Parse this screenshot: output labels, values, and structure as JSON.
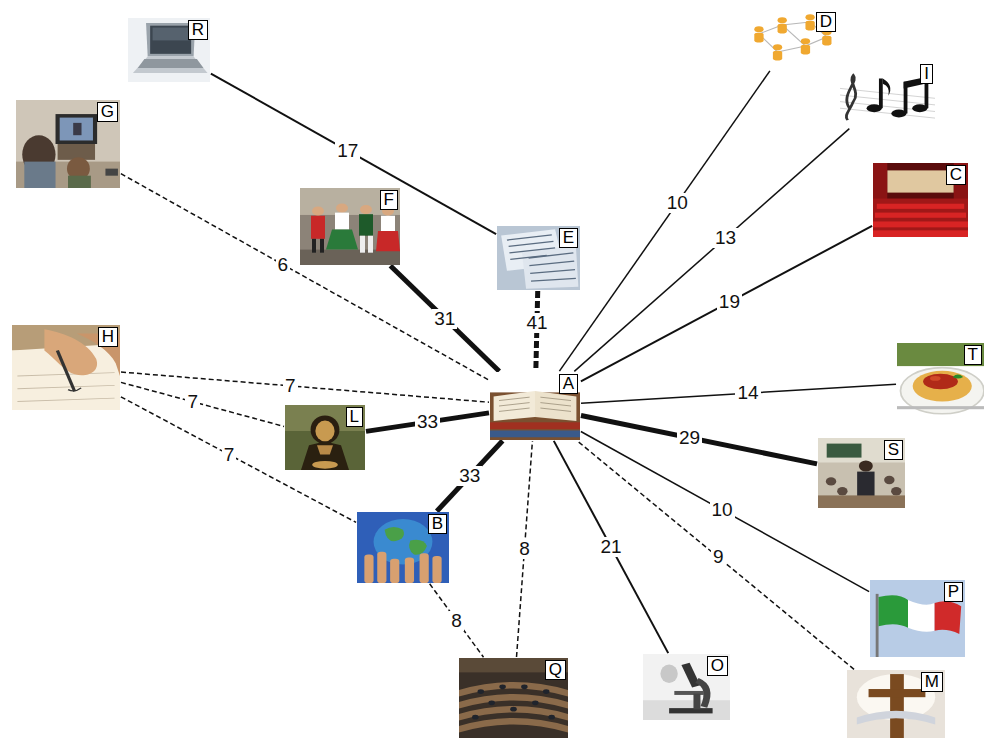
{
  "diagram": {
    "nodes": [
      {
        "text": [
          "R"
        ]
      },
      {
        "text": [
          "G"
        ]
      },
      {
        "text": [
          "D"
        ]
      },
      {
        "text": [
          "I"
        ]
      },
      {
        "text": [
          "F"
        ]
      },
      {
        "text": [
          "E"
        ]
      },
      {
        "text": [
          "C"
        ]
      },
      {
        "text": [
          "H"
        ]
      },
      {
        "text": [
          "A"
        ]
      },
      {
        "text": [
          "T"
        ]
      },
      {
        "text": [
          "L"
        ]
      },
      {
        "text": [
          "S"
        ]
      },
      {
        "text": [
          "B"
        ]
      },
      {
        "text": [
          "P"
        ]
      },
      {
        "text": [
          "Q"
        ]
      },
      {
        "text": [
          "O"
        ]
      },
      {
        "text": [
          "M"
        ]
      }
    ],
    "edges": [
      {
        "from": 0,
        "to": 5,
        "arrow": "none",
        "label": "17"
      },
      {
        "from": 1,
        "to": 8,
        "arrow": "none",
        "label": "6"
      },
      {
        "from": 2,
        "to": 8,
        "arrow": "none",
        "label": "10"
      },
      {
        "from": 3,
        "to": 8,
        "arrow": "none",
        "label": "13"
      },
      {
        "from": 4,
        "to": 8,
        "arrow": "none",
        "label": "31"
      },
      {
        "from": 5,
        "to": 8,
        "arrow": "none",
        "label": "41"
      },
      {
        "from": 6,
        "to": 8,
        "arrow": "none",
        "label": "19"
      },
      {
        "from": 7,
        "to": 8,
        "arrow": "none",
        "label": "7"
      },
      {
        "from": 7,
        "to": 10,
        "arrow": "none",
        "label": "7"
      },
      {
        "from": 7,
        "to": 12,
        "arrow": "none",
        "label": "7"
      },
      {
        "from": 10,
        "to": 8,
        "arrow": "none",
        "label": "33"
      },
      {
        "from": 9,
        "to": 8,
        "arrow": "none",
        "label": "14"
      },
      {
        "from": 12,
        "to": 8,
        "arrow": "none",
        "label": "33"
      },
      {
        "from": 11,
        "to": 8,
        "arrow": "none",
        "label": "29"
      },
      {
        "from": 13,
        "to": 8,
        "arrow": "none",
        "label": "10"
      },
      {
        "from": 14,
        "to": 8,
        "arrow": "none",
        "label": "8"
      },
      {
        "from": 12,
        "to": 14,
        "arrow": "none",
        "label": "8"
      },
      {
        "from": 15,
        "to": 8,
        "arrow": "none",
        "label": "21"
      },
      {
        "from": 16,
        "to": 8,
        "arrow": "none",
        "label": "9"
      }
    ]
  }
}
